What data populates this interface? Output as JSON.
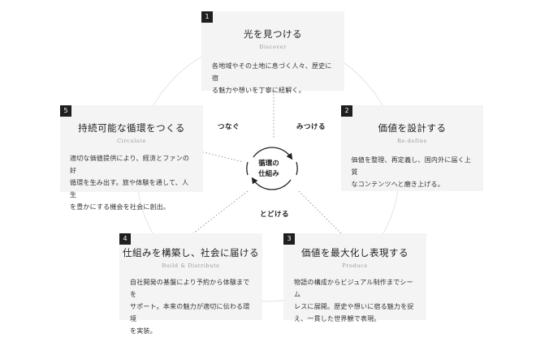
{
  "center": {
    "line1": "循環の",
    "line2": "仕組み"
  },
  "edges": {
    "connect": "つなぐ",
    "find": "みつける",
    "deliver": "とどける"
  },
  "steps": [
    {
      "number": "1",
      "title": "光を見つける",
      "subtitle": "Discover",
      "desc_lines": [
        "各地域やその土地に息づく人々、歴史に宿",
        "る魅力や想いを丁寧に紐解く。"
      ]
    },
    {
      "number": "2",
      "title": "価値を設計する",
      "subtitle": "Re-define",
      "desc_lines": [
        "価値を整理、再定義し、国内外に届く上質",
        "なコンテンツへと磨き上げる。"
      ]
    },
    {
      "number": "3",
      "title": "価値を最大化し表現する",
      "subtitle": "Produce",
      "desc_lines": [
        "物語の構成からビジュアル制作までシーム",
        "レスに展開。歴史や想いに宿る魅力を捉",
        "え、一貫した世界観で表現。"
      ]
    },
    {
      "number": "4",
      "title": "仕組みを構築し、社会に届ける",
      "subtitle": "Build & Distribute",
      "desc_lines": [
        "自社開発の基盤により予約から体験までを",
        "サポート。本来の魅力が適切に伝わる環境",
        "を実装。"
      ]
    },
    {
      "number": "5",
      "title": "持続可能な循環をつくる",
      "subtitle": "Circulate",
      "desc_lines": [
        "適切な価値提供により、経済とファンの好",
        "循環を生み出す。旅や体験を通して、人生",
        "を豊かにする機会を社会に創出。"
      ]
    }
  ]
}
